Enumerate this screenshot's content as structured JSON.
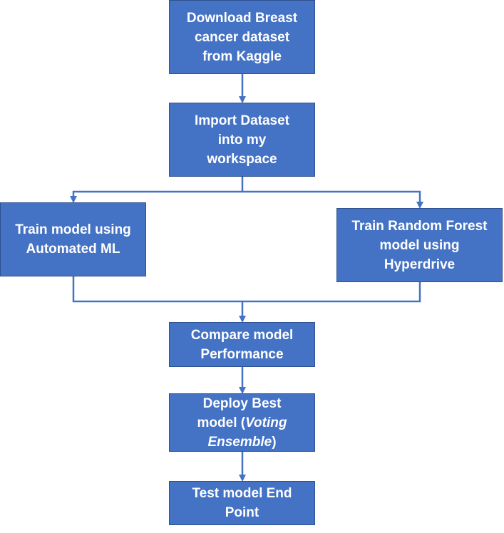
{
  "flowchart": {
    "nodes": {
      "download": {
        "lines": [
          "Download Breast",
          "cancer dataset",
          "from Kaggle"
        ]
      },
      "import": {
        "lines": [
          "Import Dataset",
          "into my",
          "workspace"
        ]
      },
      "automl": {
        "lines": [
          "Train model using",
          "Automated ML"
        ]
      },
      "hyperdrive": {
        "lines": [
          "Train Random Forest",
          "model using",
          "Hyperdrive"
        ]
      },
      "compare": {
        "lines": [
          "Compare model",
          "Performance"
        ]
      },
      "deploy": {
        "line1": "Deploy Best",
        "line2_pre": "model (",
        "line2_italic": "Voting",
        "line3_italic": "Ensemble",
        "line3_post": ")"
      },
      "test": {
        "lines": [
          "Test model End",
          "Point"
        ]
      }
    },
    "edges": [
      [
        "download",
        "import"
      ],
      [
        "import",
        "automl"
      ],
      [
        "import",
        "hyperdrive"
      ],
      [
        "automl",
        "compare"
      ],
      [
        "hyperdrive",
        "compare"
      ],
      [
        "compare",
        "deploy"
      ],
      [
        "deploy",
        "test"
      ]
    ],
    "colors": {
      "box_fill": "#4472c4",
      "box_border": "#2f528f",
      "text": "#ffffff",
      "connector": "#4472c4"
    }
  }
}
